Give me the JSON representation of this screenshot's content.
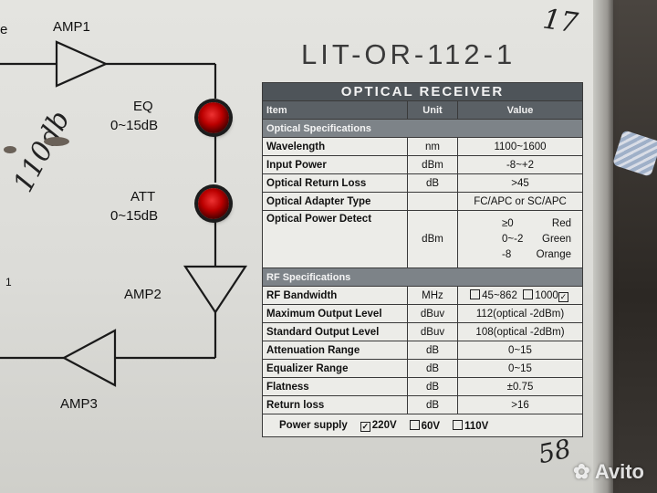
{
  "diagram": {
    "left_fragment": "e",
    "amp1": "AMP1",
    "eq_label": "EQ",
    "eq_range": "0~15dB",
    "att_label": "ATT",
    "att_range": "0~15dB",
    "amp2": "AMP2",
    "amp3": "AMP3",
    "left_mark": "1"
  },
  "handwriting": {
    "left_note": "110db",
    "top_note": "17",
    "bottom_note": "58"
  },
  "model_name": "LIT-OR-112-1",
  "table": {
    "title": "OPTICAL RECEIVER",
    "headers": {
      "item": "Item",
      "unit": "Unit",
      "value": "Value"
    },
    "optical_section": "Optical    Specifications",
    "optical_rows": [
      {
        "item": "Wavelength",
        "unit": "nm",
        "value": "1100~1600"
      },
      {
        "item": "Input Power",
        "unit": "dBm",
        "value": "-8~+2"
      },
      {
        "item": "Optical Return Loss",
        "unit": "dB",
        "value": ">45"
      },
      {
        "item": "Optical Adapter Type",
        "unit": "",
        "value": "FC/APC or SC/APC"
      }
    ],
    "power_detect": {
      "item": "Optical Power Detect",
      "unit": "dBm",
      "levels": [
        {
          "range": "≥0",
          "color": "Red"
        },
        {
          "range": "0~-2",
          "color": "Green"
        },
        {
          "range": "-8",
          "color": "Orange"
        }
      ]
    },
    "rf_section": "RF Specifications",
    "rf_bandwidth": {
      "item": "RF Bandwidth",
      "unit": "MHz",
      "option_a": "45~862",
      "option_b": "1000",
      "option_b_checked": "✓"
    },
    "rf_rows": [
      {
        "item": "Maximum Output Level",
        "unit": "dBuv",
        "value": "112(optical -2dBm)"
      },
      {
        "item": "Standard Output Level",
        "unit": "dBuv",
        "value": "108(optical -2dBm)"
      },
      {
        "item": "Attenuation Range",
        "unit": "dB",
        "value": "0~15"
      },
      {
        "item": "Equalizer Range",
        "unit": "dB",
        "value": "0~15"
      },
      {
        "item": "Flatness",
        "unit": "dB",
        "value": "±0.75"
      },
      {
        "item": "Return loss",
        "unit": "dB",
        "value": ">16"
      }
    ],
    "power_supply": {
      "label": "Power supply",
      "opt1": "220V",
      "opt1_mark": "✓",
      "opt2": "60V",
      "opt3": "110V"
    }
  },
  "watermark": "Avito",
  "colors": {
    "panel": "#dcdcd8",
    "table_header": "#4e5459",
    "knob": "#b00000"
  }
}
